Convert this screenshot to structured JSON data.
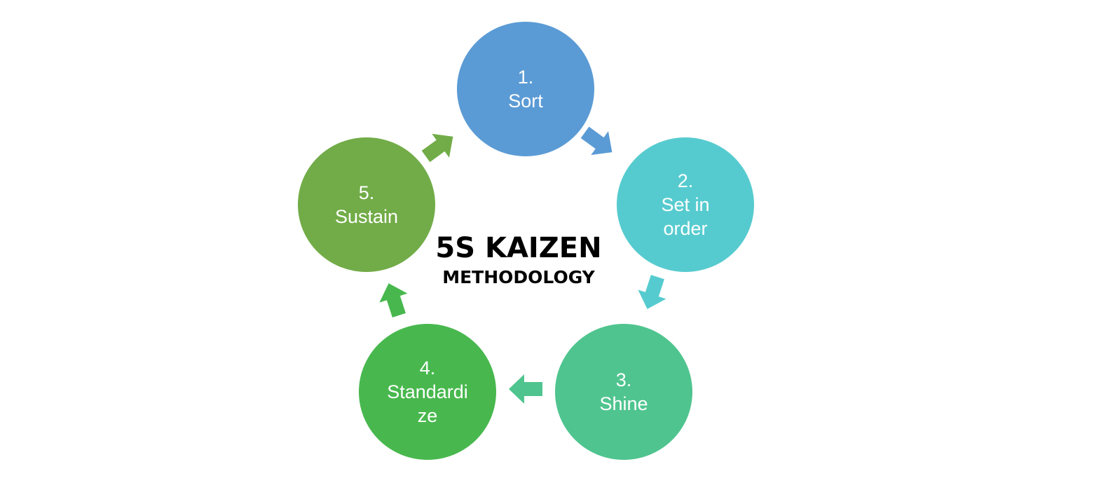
{
  "center": {
    "title": "5S KAIZEN",
    "subtitle": "METHODOLOGY"
  },
  "steps": [
    {
      "lines": [
        "1.",
        "Sort"
      ],
      "color": "#5B9BD5"
    },
    {
      "lines": [
        "2.",
        "Set in",
        "order"
      ],
      "color": "#56CBCF"
    },
    {
      "lines": [
        "3.",
        "Shine"
      ],
      "color": "#4FC48F"
    },
    {
      "lines": [
        "4.",
        "Standardi",
        "ze"
      ],
      "color": "#48B84E"
    },
    {
      "lines": [
        "5.",
        "Sustain"
      ],
      "color": "#72AC48"
    }
  ],
  "connectors": [
    {
      "from_step": 1,
      "to_step": 2,
      "color": "#5B9BD5",
      "icon": "arrow-icon"
    },
    {
      "from_step": 2,
      "to_step": 3,
      "color": "#56CBCF",
      "icon": "arrow-icon"
    },
    {
      "from_step": 3,
      "to_step": 4,
      "color": "#4FC48F",
      "icon": "arrow-icon"
    },
    {
      "from_step": 4,
      "to_step": 5,
      "color": "#48B84E",
      "icon": "arrow-icon"
    },
    {
      "from_step": 5,
      "to_step": 1,
      "color": "#72AC48",
      "icon": "arrow-icon"
    }
  ]
}
